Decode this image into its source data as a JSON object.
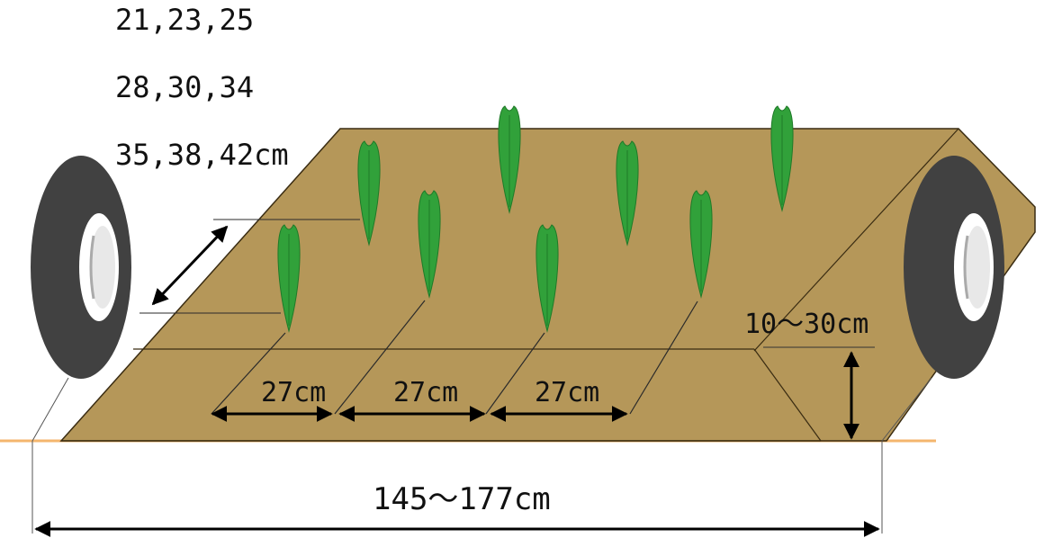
{
  "row_spacing_labels": [
    "21,23,25",
    "28,30,34",
    "35,38,42cm"
  ],
  "furrow_width_label": "27cm",
  "bed_height_label": "10〜30cm",
  "wheel_track_label": "145〜177cm",
  "colors": {
    "soil": "#b59759",
    "soil_edge": "#3a2c12",
    "ground_line": "#f4b66d",
    "plant": "#31a13a",
    "plant_dark": "#1f7a28",
    "tire": "#414141",
    "rim": "#ffffff",
    "line": "#000000"
  },
  "icons": {
    "plant": "seedling-icon",
    "wheel": "tractor-wheel-icon",
    "arrow": "dimension-arrow-icon"
  }
}
